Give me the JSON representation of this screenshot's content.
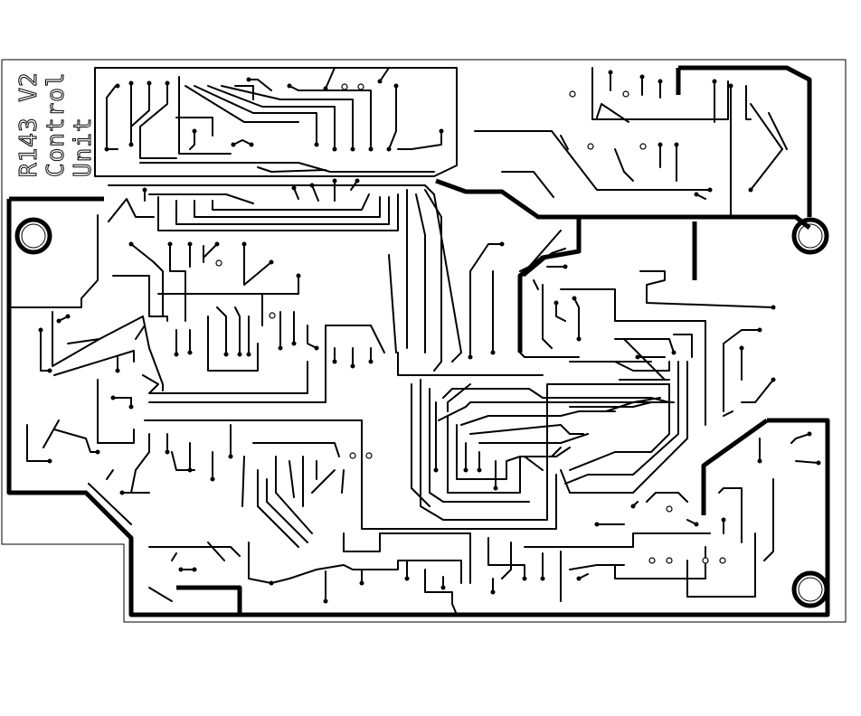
{
  "title_lines": [
    "R143 V2",
    "Control",
    "Unit"
  ],
  "colors": {
    "trace": "#000000",
    "background": "#ffffff"
  }
}
